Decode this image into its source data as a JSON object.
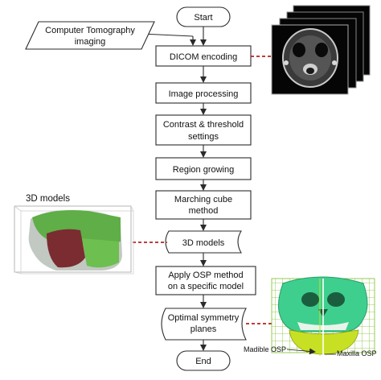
{
  "diagram": {
    "start": "Start",
    "input": [
      "Computer Tomography",
      "imaging"
    ],
    "dicom": "DICOM encoding",
    "image_processing": "Image processing",
    "contrast": [
      "Contrast & threshold",
      "settings"
    ],
    "region": "Region growing",
    "marching": [
      "Marching cube",
      "method"
    ],
    "models_3d": "3D models",
    "apply_osp": [
      "Apply OSP method",
      "on a specific model"
    ],
    "optimal": [
      "Optimal symmetry",
      "planes"
    ],
    "end": "End",
    "side_label_3d": "3D models",
    "madible_osp": "Madible OSP",
    "maxilla_osp": "Maxilla OSP"
  },
  "colors": {
    "box_stroke": "#2b2b2b",
    "dash_link": "#b22222",
    "ct_background": "#050505",
    "skull_green": "#3ecf8e",
    "grid_green": "#7bbf2a",
    "mandible_yellow": "#c8e024",
    "model_red": "#8b2b2b"
  }
}
